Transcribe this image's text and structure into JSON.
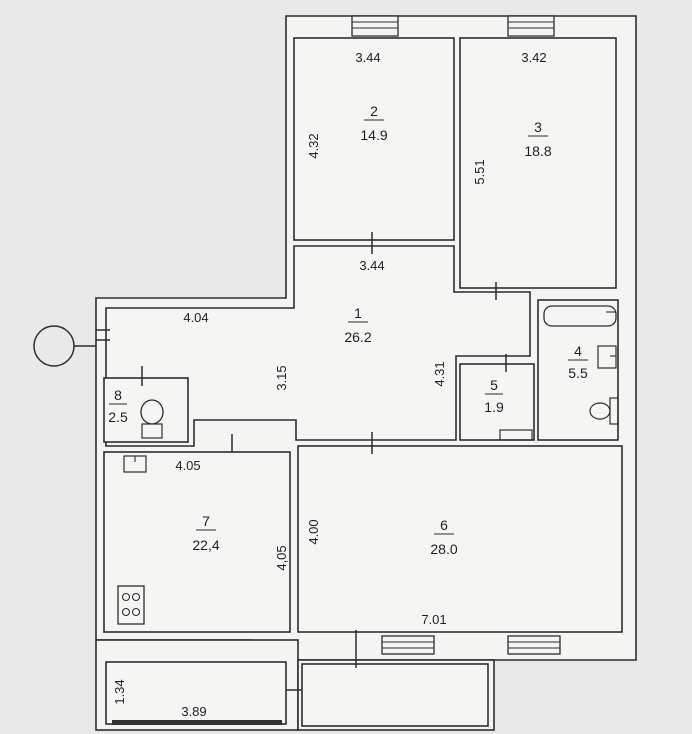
{
  "rooms": [
    {
      "number": "1",
      "area": "26.2"
    },
    {
      "number": "2",
      "area": "14.9"
    },
    {
      "number": "3",
      "area": "18.8"
    },
    {
      "number": "4",
      "area": "5.5"
    },
    {
      "number": "5",
      "area": "1.9"
    },
    {
      "number": "6",
      "area": "28.0"
    },
    {
      "number": "7",
      "area": "22,4"
    },
    {
      "number": "8",
      "area": "2.5"
    }
  ],
  "dimensions": {
    "r2_width": "3.44",
    "r2_height": "4.32",
    "r3_width": "3.42",
    "r3_height": "5.51",
    "r1_top": "3.44",
    "r1_left": "4.04",
    "r1_mid": "3.15",
    "r1_right": "4.31",
    "r7_width": "4.05",
    "r7_height": "4,05",
    "r6_height": "4.00",
    "r6_width": "7.01",
    "balcony_height": "1.34",
    "balcony_width": "3.89"
  }
}
